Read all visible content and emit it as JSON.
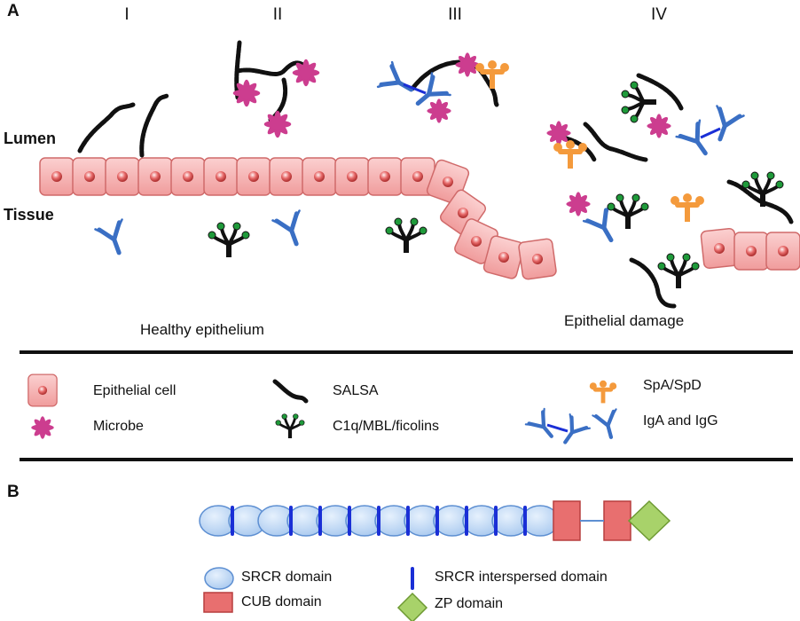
{
  "panel_a": {
    "letter": "A",
    "stages": [
      "I",
      "II",
      "III",
      "IV"
    ],
    "lumen_label": "Lumen",
    "tissue_label": "Tissue",
    "healthy_caption": "Healthy epithelium",
    "damage_caption": "Epithelial damage"
  },
  "legend": {
    "epithelial_cell": "Epithelial cell",
    "microbe": "Microbe",
    "salsa": "SALSA",
    "c1q": "C1q/MBL/ficolins",
    "spa_spd": "SpA/SpD",
    "iga_igg": "IgA and IgG"
  },
  "panel_b": {
    "letter": "B",
    "srcr_label": "SRCR domain",
    "cub_label": "CUB domain",
    "sid_label": "SRCR interspersed domain",
    "zp_label": "ZP domain"
  },
  "colors": {
    "cell_fill": "#f4b0b0",
    "cell_stroke": "#d06a6a",
    "microbe": "#cc3d8f",
    "antibody": "#3a6fc4",
    "spa": "#f49a3c",
    "c1q_dot": "#1f9a3a",
    "srcr": "#bcd7f5",
    "zp": "#a8d26a"
  },
  "icons": [
    "epithelial-cell-icon",
    "microbe-icon",
    "salsa-chain-icon",
    "c1q-icon",
    "spa-icon",
    "antibody-icon"
  ]
}
